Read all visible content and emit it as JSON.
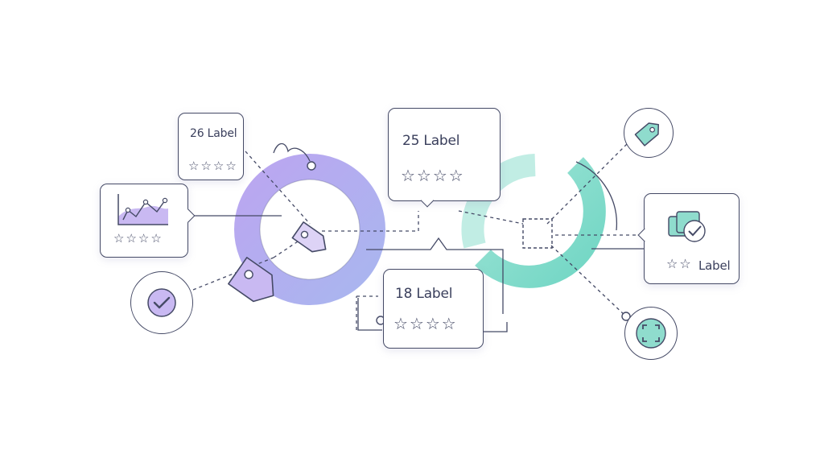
{
  "colors": {
    "ink": "#454a66",
    "purple_ring": "#b3a3ec",
    "teal_ring": "#7fdccb",
    "purple_fill": "#c9b9f2",
    "teal_fill": "#8fdccd",
    "check_fill": "#c9b9f2"
  },
  "cards": {
    "card_26": {
      "label": "26 Label",
      "stars": "☆☆☆☆"
    },
    "card_25": {
      "label": "25 Label",
      "stars": "☆☆☆☆"
    },
    "card_18": {
      "label": "18 Label",
      "stars": "☆☆☆☆"
    },
    "card_chart": {
      "stars": "☆☆☆☆"
    },
    "card_right": {
      "label": "Label",
      "stars": "☆☆"
    }
  },
  "icons": {
    "tag": "tag-icon",
    "tag_tilted": "tag-icon",
    "chart": "area-chart-icon",
    "check": "check-circle-icon",
    "focus": "focus-frame-icon",
    "cards_check": "cards-check-icon",
    "dashed_box": "dashed-box-icon"
  }
}
